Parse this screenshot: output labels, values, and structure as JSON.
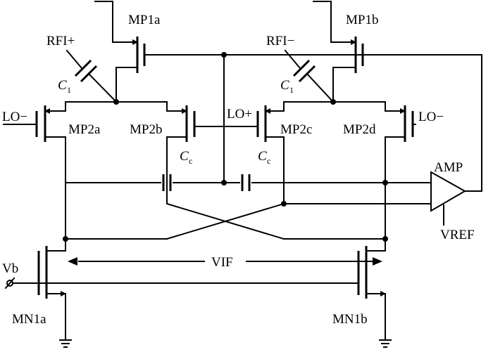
{
  "labels": {
    "mp1a": "MP1a",
    "mp1b": "MP1b",
    "rfi_plus": "RFI+",
    "rfi_minus": "RFI−",
    "c1_main": "C",
    "c1_sub": "1",
    "lo_minus_left": "LO−",
    "lo_plus": "LO+",
    "lo_minus_right": "LO−",
    "mp2a": "MP2a",
    "mp2b": "MP2b",
    "mp2c": "MP2c",
    "mp2d": "MP2d",
    "cc_main": "C",
    "cc_sub": "c",
    "amp": "AMP",
    "vref": "VREF",
    "vif": "VIF",
    "vb": "Vb",
    "mn1a": "MN1a",
    "mn1b": "MN1b"
  }
}
